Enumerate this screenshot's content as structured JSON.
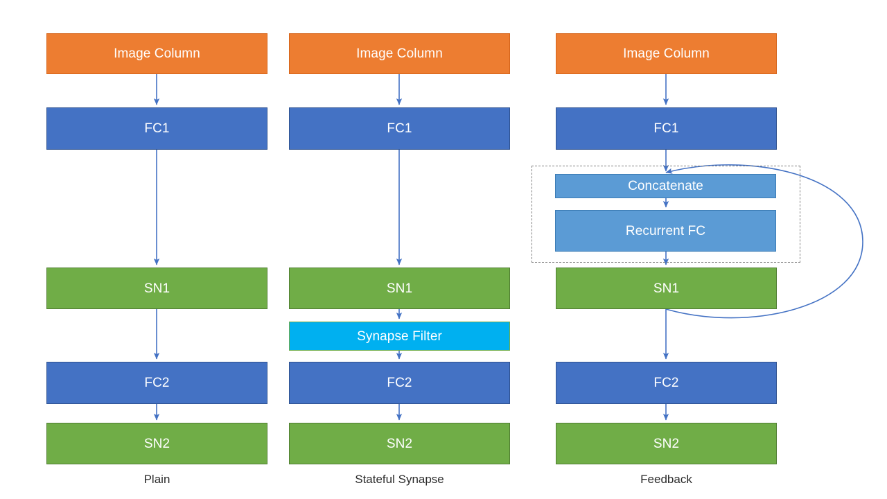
{
  "figure": {
    "background": "#ffffff",
    "palette": {
      "image_column": "#ED7D31",
      "fc": "#4472C4",
      "sn": "#70AD47",
      "recurrent": "#5B9BD5",
      "synapse_filter": "#00B0F0",
      "arrow": "#4472C4",
      "group_border": "#808080",
      "node_text": "#FFFFFF",
      "caption_text": "#2B2B2B"
    },
    "columns": [
      {
        "id": "plain",
        "caption": "Plain",
        "nodes": [
          {
            "id": "image-column",
            "label": "Image Column",
            "style": "orange"
          },
          {
            "id": "fc1",
            "label": "FC1",
            "style": "blue"
          },
          {
            "id": "sn1",
            "label": "SN1",
            "style": "green"
          },
          {
            "id": "fc2",
            "label": "FC2",
            "style": "blue"
          },
          {
            "id": "sn2",
            "label": "SN2",
            "style": "green"
          }
        ]
      },
      {
        "id": "stateful-synapse",
        "caption": "Stateful Synapse",
        "nodes": [
          {
            "id": "image-column",
            "label": "Image Column",
            "style": "orange"
          },
          {
            "id": "fc1",
            "label": "FC1",
            "style": "blue"
          },
          {
            "id": "sn1",
            "label": "SN1",
            "style": "green"
          },
          {
            "id": "synapse-filter",
            "label": "Synapse Filter",
            "style": "cyan"
          },
          {
            "id": "fc2",
            "label": "FC2",
            "style": "blue"
          },
          {
            "id": "sn2",
            "label": "SN2",
            "style": "green"
          }
        ]
      },
      {
        "id": "feedback",
        "caption": "Feedback",
        "nodes": [
          {
            "id": "image-column",
            "label": "Image Column",
            "style": "orange"
          },
          {
            "id": "fc1",
            "label": "FC1",
            "style": "blue"
          },
          {
            "id": "concatenate",
            "label": "Concatenate",
            "style": "lblue"
          },
          {
            "id": "recurrent-fc",
            "label": "Recurrent FC",
            "style": "lblue"
          },
          {
            "id": "sn1",
            "label": "SN1",
            "style": "green"
          },
          {
            "id": "fc2",
            "label": "FC2",
            "style": "blue"
          },
          {
            "id": "sn2",
            "label": "SN2",
            "style": "green"
          }
        ],
        "group_box": {
          "label": "recurrent-block",
          "dashed": true
        },
        "feedback_loop": {
          "from": "sn1",
          "to": "concatenate",
          "direction": "recurrent"
        }
      }
    ]
  }
}
